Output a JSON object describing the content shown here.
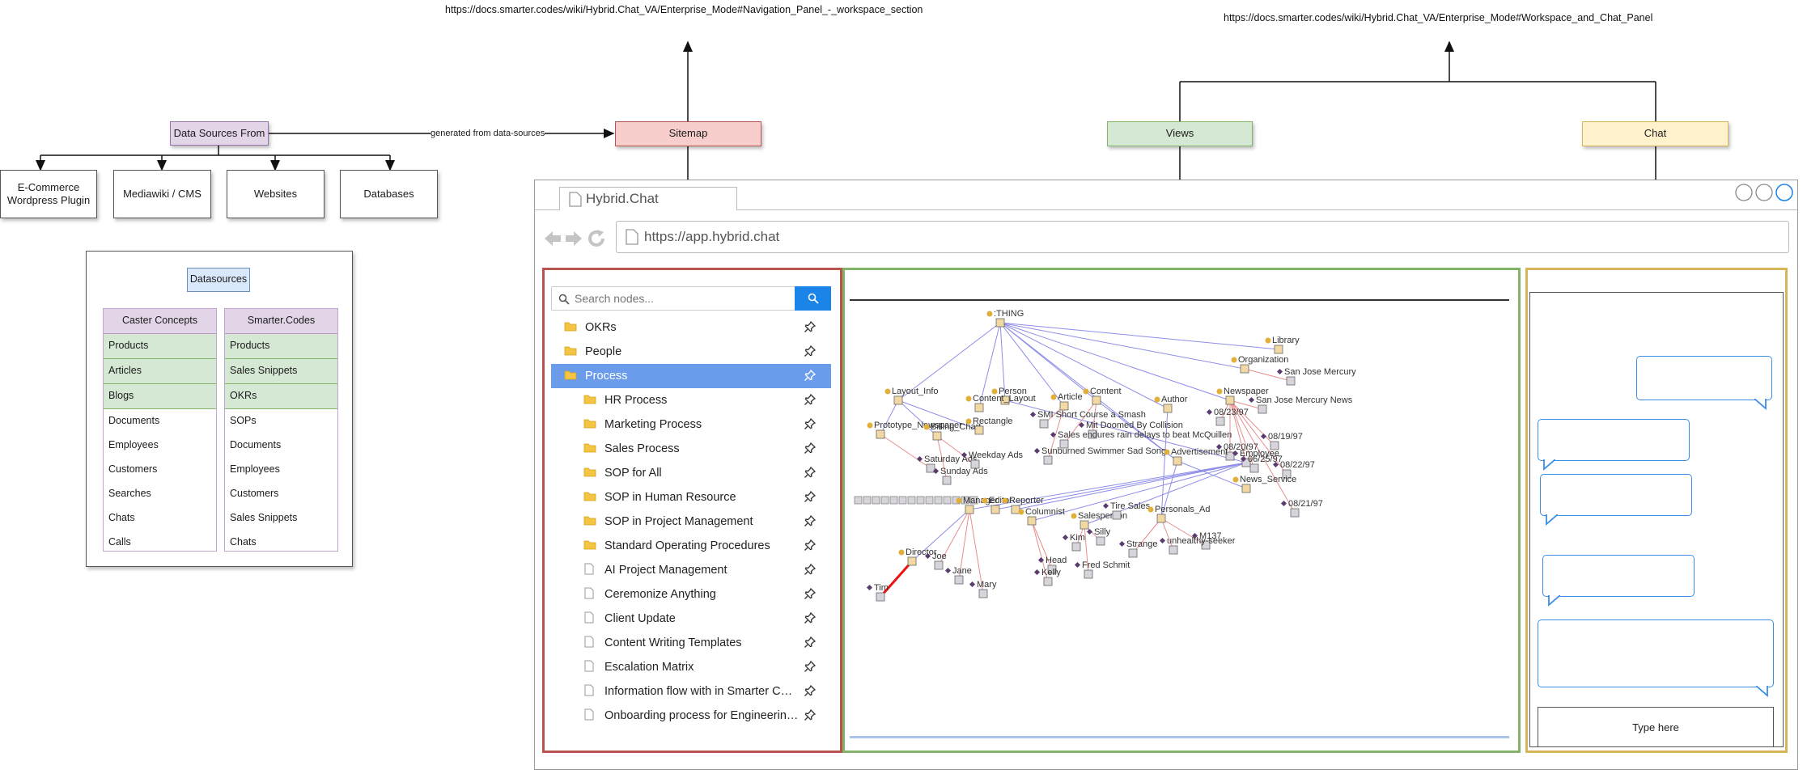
{
  "urls": {
    "nav": "https://docs.smarter.codes/wiki/Hybrid.Chat_VA/Enterprise_Mode#Navigation_Panel_-_workspace_section",
    "chat": "https://docs.smarter.codes/wiki/Hybrid.Chat_VA/Enterprise_Mode#Workspace_and_Chat_Panel"
  },
  "diagram": {
    "data_sources_from": "Data Sources From",
    "edge_label": "generated from data-sources",
    "sitemap": "Sitemap",
    "views": "Views",
    "chat": "Chat",
    "sources": [
      "E-Commerce Wordpress Plugin",
      "Mediawiki / CMS",
      "Websites",
      "Databases"
    ]
  },
  "datasources": {
    "title": "Datasources",
    "columns": [
      {
        "name": "Caster Concepts",
        "items": [
          "Products",
          "Articles",
          "Blogs",
          "Documents",
          "Employees",
          "Customers",
          "Searches",
          "Chats",
          "Calls"
        ],
        "highlighted": 3
      },
      {
        "name": "Smarter.Codes",
        "items": [
          "Products",
          "Sales Snippets",
          "OKRs",
          "SOPs",
          "Documents",
          "Employees",
          "Customers",
          "Sales Snippets",
          "Chats"
        ],
        "highlighted": 3
      }
    ]
  },
  "browser": {
    "tab_title": "Hybrid.Chat",
    "url": "https://app.hybrid.chat"
  },
  "nav_panel": {
    "search_placeholder": "Search nodes...",
    "items": [
      {
        "label": "OKRs",
        "type": "folder",
        "level": 0
      },
      {
        "label": "People",
        "type": "folder",
        "level": 0
      },
      {
        "label": "Process",
        "type": "folder",
        "level": 0,
        "selected": true
      },
      {
        "label": "HR Process",
        "type": "folder",
        "level": 1
      },
      {
        "label": "Marketing Process",
        "type": "folder",
        "level": 1
      },
      {
        "label": "Sales Process",
        "type": "folder",
        "level": 1
      },
      {
        "label": "SOP for All",
        "type": "folder",
        "level": 1
      },
      {
        "label": "SOP in Human Resource",
        "type": "folder",
        "level": 1
      },
      {
        "label": "SOP in Project Management",
        "type": "folder",
        "level": 1
      },
      {
        "label": "Standard Operating Procedures",
        "type": "folder",
        "level": 1
      },
      {
        "label": "AI Project Management",
        "type": "doc",
        "level": 1
      },
      {
        "label": "Ceremonize Anything",
        "type": "doc",
        "level": 1
      },
      {
        "label": "Client Update",
        "type": "doc",
        "level": 1
      },
      {
        "label": "Content Writing Templates",
        "type": "doc",
        "level": 1
      },
      {
        "label": "Escalation Matrix",
        "type": "doc",
        "level": 1
      },
      {
        "label": "Information flow with in Smarter Codes",
        "type": "doc",
        "level": 1
      },
      {
        "label": "Onboarding process for Engineering Team",
        "type": "doc",
        "level": 1
      }
    ]
  },
  "graph": {
    "labels": [
      ":THING",
      "Library",
      "Organization",
      "San Jose Mercury",
      "Layout_Info",
      "Person",
      "Article",
      "Content",
      "Author",
      "Newspaper",
      "Content_Layout",
      "San Jose Mercury News",
      "08/23/97",
      "Prototype_Newspaper",
      "Billing_Chart",
      "Rectangle",
      "SMI Short Course a Smash",
      "Mit Doomed By Collision",
      "Sales endures rain delays to beat McQuillen",
      "08/19/97",
      "08/20/97",
      "Employee",
      "Sunburned Swimmer Sad Song",
      "06/25/97",
      "Saturday Ads",
      "Weekday Ads",
      "Advertisement",
      "08/22/97",
      "Sunday Ads",
      "News_Service",
      "Manager",
      "Editor",
      "Reporter",
      "Columnist",
      "Salesperson",
      "Tire Sales",
      "Personals_Ad",
      "08/21/97",
      "Kim",
      "Silly",
      "M137",
      "Strange",
      "unhealthy-seeker",
      "Director",
      "Joe",
      "Head",
      "Kelly",
      "Fred Schmit",
      "Jane",
      "Mary",
      "Tim"
    ]
  },
  "chat_panel": {
    "input_placeholder": "Type here"
  },
  "colors": {
    "nav_border": "#b85450",
    "views_border": "#82b366",
    "chat_border": "#d6b656",
    "selected": "#6b9cec",
    "search_button": "#1a84e8"
  },
  "icons": [
    "folder-icon",
    "document-icon",
    "pin-icon",
    "search-icon",
    "back-arrow-icon",
    "forward-arrow-icon",
    "reload-icon",
    "page-icon",
    "window-button-icon"
  ]
}
